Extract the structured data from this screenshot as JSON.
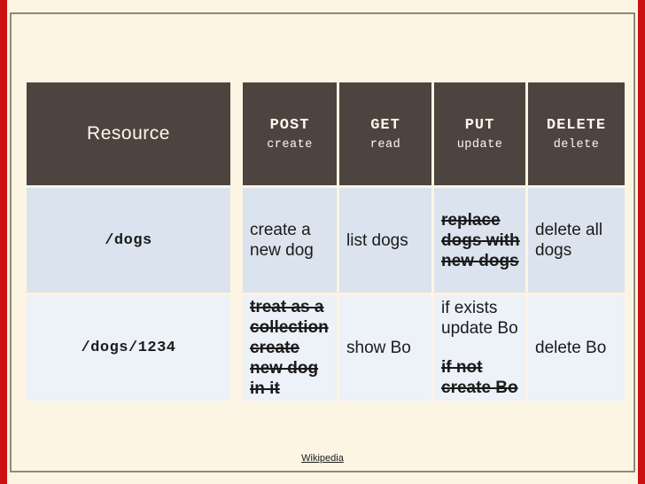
{
  "slide": {
    "title_hint": "REST methods vs resources table",
    "colors": {
      "canvas_bg": "#fcf5e3",
      "edge_bar_red": "#cc1111",
      "frame_border": "#8d8a7b",
      "header_bg": "#4e443f",
      "header_text": "#fdf8ee",
      "row_odd_bg": "#dbe3ee",
      "row_even_bg": "#edf1f8",
      "body_text": "#1b1b1b"
    }
  },
  "table": {
    "header": {
      "resource_label": "Resource",
      "methods": [
        {
          "name": "POST",
          "action": "create"
        },
        {
          "name": "GET",
          "action": "read"
        },
        {
          "name": "PUT",
          "action": "update"
        },
        {
          "name": "DELETE",
          "action": "delete"
        }
      ]
    },
    "rows": [
      {
        "resource": "/dogs",
        "post": "create a\nnew dog",
        "get": "list dogs",
        "put": "replace\ndogs with\nnew dogs",
        "delete": "delete all\ndogs"
      },
      {
        "resource": "/dogs/1234",
        "post": "treat as a\ncollection\ncreate\nnew dog\nin it",
        "get": "show Bo",
        "put_normal": "if exists\nupdate Bo",
        "put_struck": "if not\ncreate Bo",
        "delete": "delete Bo"
      }
    ]
  },
  "footer": {
    "link_label": "Wikipedia"
  }
}
